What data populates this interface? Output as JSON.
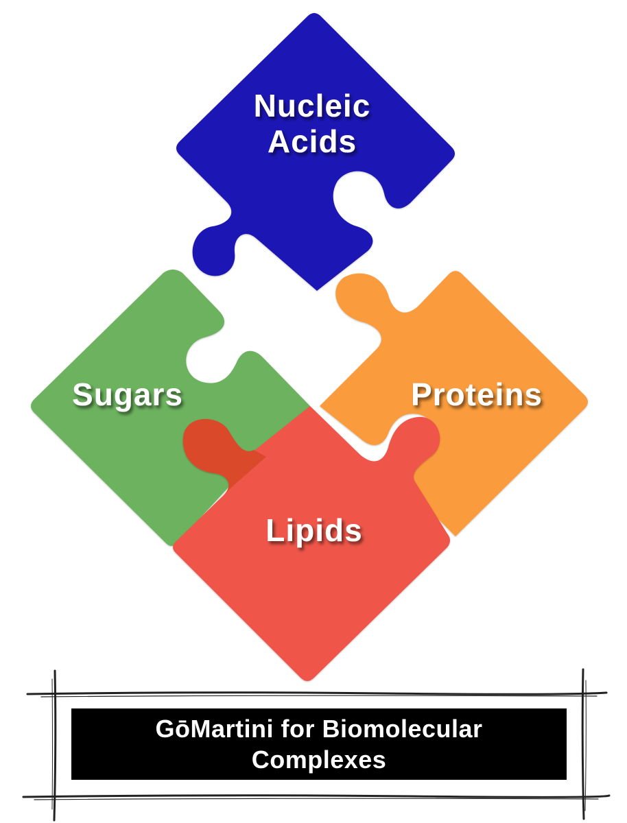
{
  "pieces": {
    "nucleic_acids": {
      "line1": "Nucleic",
      "line2": "Acids",
      "color": "#1a14b5"
    },
    "sugars": {
      "label": "Sugars",
      "color": "#6db35f"
    },
    "proteins": {
      "label": "Proteins",
      "color": "#fa9c3e"
    },
    "lipids": {
      "label": "Lipids",
      "color": "#ef5648",
      "knob_color": "#d9482a"
    }
  },
  "banner": {
    "line1": "GōMartini for Biomolecular",
    "line2": "Complexes",
    "background": "#000000"
  }
}
